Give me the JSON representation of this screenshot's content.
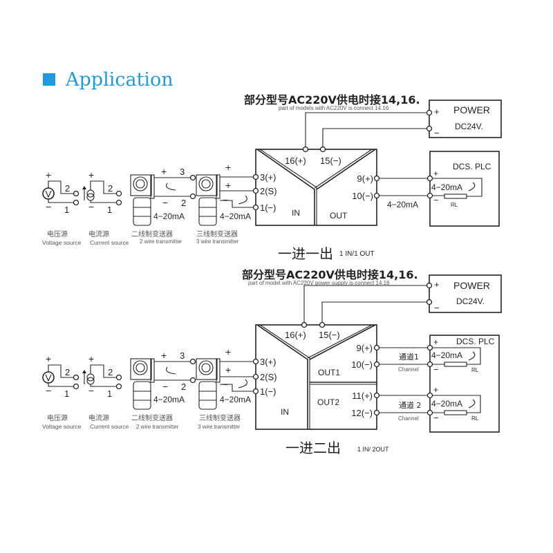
{
  "heading": {
    "title": "Application",
    "accent_color": "#1e9be0"
  },
  "diagram1": {
    "note_cn": "部分型号AC220V供电时接14,16.",
    "note_en": "part of models with AC220V is connect 14.16",
    "power": {
      "title": "POWER",
      "voltage": "DC24V.",
      "plus": "+",
      "minus": "−"
    },
    "module": {
      "t16": "16(+)",
      "t15": "15(−)",
      "t3": "3(+)",
      "t2": "2(S)",
      "t1": "1(−)",
      "t9": "9(+)",
      "t10": "10(−)",
      "in": "IN",
      "out": "OUT"
    },
    "dcs": {
      "title": "DCS. PLC",
      "plus": "+",
      "minus": "−",
      "current": "4−20mA",
      "rl": "RL"
    },
    "out_current": "4−20mA",
    "caption_cn": "一进一出",
    "caption_en": "1 IN/1 OUT"
  },
  "diagram2": {
    "note_cn": "部分型号AC220V供电时接14,16.",
    "note_en": "part of model with AC220V power supply is connect 14.16",
    "power": {
      "title": "POWER",
      "voltage": "DC24V.",
      "plus": "+",
      "minus": "−"
    },
    "module": {
      "t16": "16(+)",
      "t15": "15(−)",
      "t3": "3(+)",
      "t2": "2(S)",
      "t1": "1(−)",
      "t9": "9(+)",
      "t10": "10(−)",
      "t11": "11(+)",
      "t12": "12(−)",
      "in": "IN",
      "out1": "OUT1",
      "out2": "OUT2"
    },
    "dcs": {
      "title": "DCS. PLC",
      "plus": "+",
      "minus": "−",
      "current": "4−20mA",
      "rl": "RL"
    },
    "ch1_cn": "通道1",
    "ch2_cn": "通道 2",
    "channel_en": "Channel",
    "caption_cn": "一进二出",
    "caption_en": "1 IN/ 2OUT"
  },
  "inputs": {
    "plus": "+",
    "minus": "−",
    "n2": "2",
    "n1": "1",
    "n3": "3",
    "current": "4−20mA",
    "voltage_cn": "电压源",
    "voltage_en": "Voltage source",
    "current_cn": "电流源",
    "current_en": "Current source",
    "tw2_cn": "二线制变送器",
    "tw2_en": "2 wire transmitter",
    "tw3_cn": "三线制变送器",
    "tw3_en": "3 wire transmitter",
    "v_symbol": "V"
  }
}
